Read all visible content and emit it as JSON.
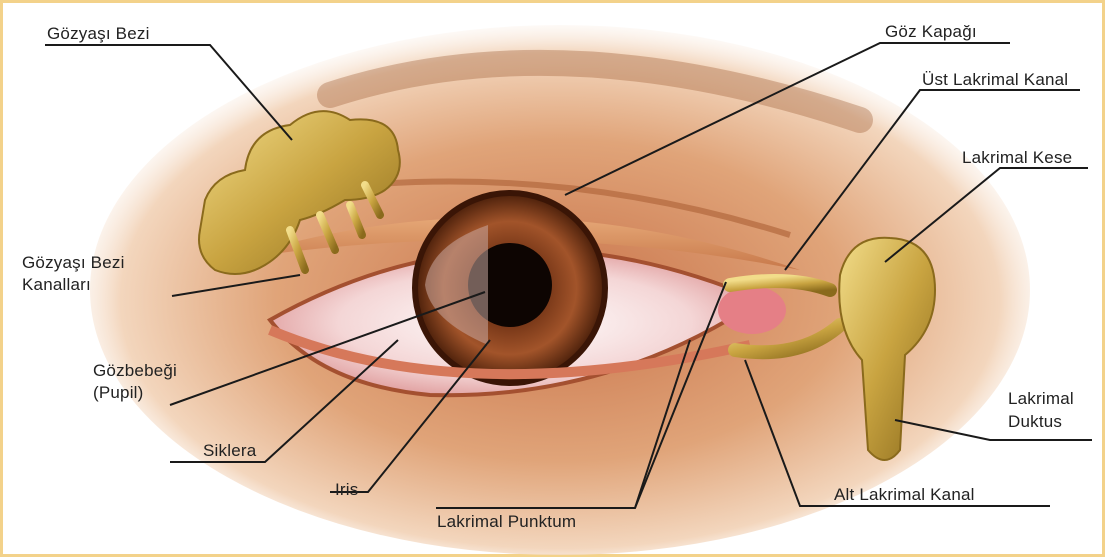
{
  "labels": {
    "gozyasi_bezi": "Gözyaşı Bezi",
    "goz_kapagi": "Göz Kapağı",
    "ust_lakrimal_kanal": "Üst Lakrimal Kanal",
    "lakrimal_kese": "Lakrimal Kese",
    "gozyasi_bezi_kanallari_1": "Gözyaşı Bezi",
    "gozyasi_bezi_kanallari_2": "Kanalları",
    "gozbebegi_1": "Gözbebeği",
    "gozbebegi_2": "(Pupil)",
    "siklera": "Siklera",
    "iris": "Iris",
    "lakrimal_duktus_1": "Lakrimal",
    "lakrimal_duktus_2": "Duktus",
    "alt_lakrimal_kanal": "Alt Lakrimal Kanal",
    "lakrimal_punktum": "Lakrimal Punktum"
  }
}
